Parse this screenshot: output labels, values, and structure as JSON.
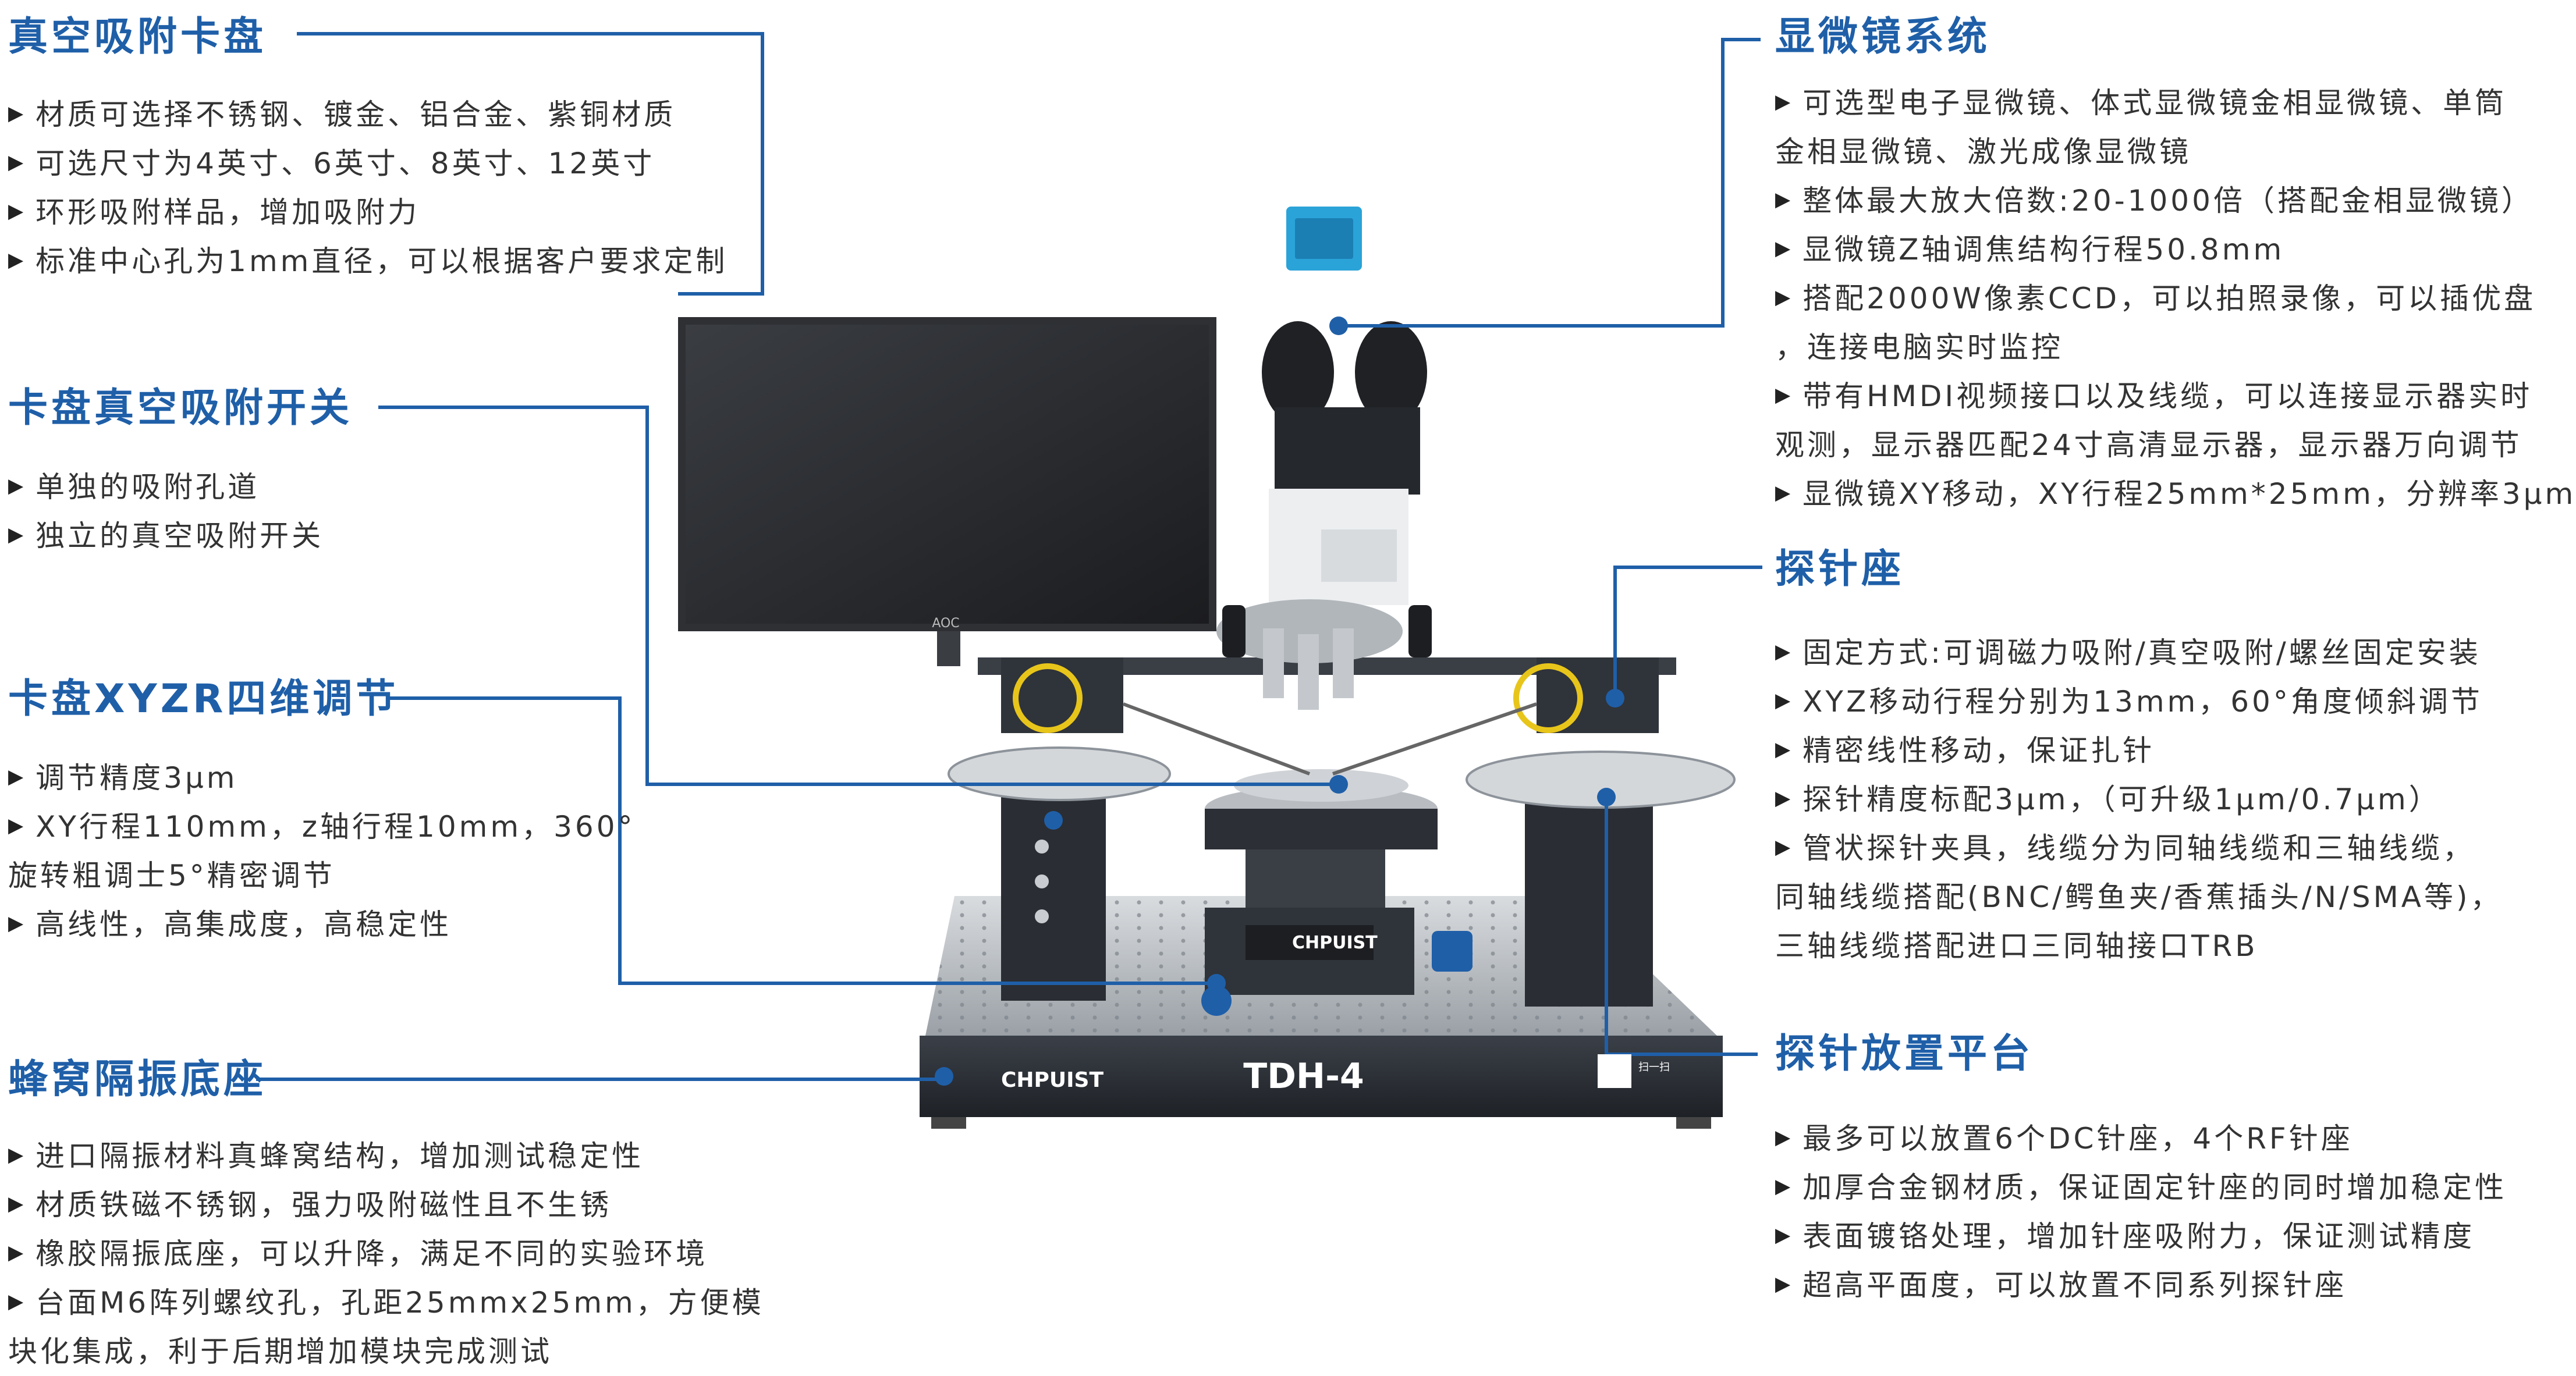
{
  "colors": {
    "accent": "#1f5fa8",
    "text": "#333333",
    "machine": "#2b2f36",
    "table": "#aeb3ba"
  },
  "sections": {
    "chuck": {
      "title": "真空吸附卡盘",
      "items": [
        "材质可选择不锈钢、镀金、铝合金、紫铜材质",
        "可选尺寸为4英寸、6英寸、8英寸、12英寸",
        "环形吸附样品，增加吸附力",
        "标准中心孔为1mm直径，可以根据客户要求定制"
      ]
    },
    "vacuum_switch": {
      "title": "卡盘真空吸附开关",
      "items": [
        "单独的吸附孔道",
        "独立的真空吸附开关"
      ]
    },
    "xyzr": {
      "title": "卡盘XYZR四维调节",
      "items": [
        "调节精度3μm",
        "XY行程110mm，z轴行程10mm，360°",
        "高线性，高集成度，高稳定性"
      ],
      "cont": "旋转粗调士5°精密调节"
    },
    "base": {
      "title": "蜂窝隔振底座",
      "items": [
        "进口隔振材料真蜂窝结构，增加测试稳定性",
        "材质铁磁不锈钢，强力吸附磁性且不生锈",
        "橡胶隔振底座，可以升降，满足不同的实验环境",
        "台面M6阵列螺纹孔，孔距25mmx25mm，方便模"
      ],
      "cont": "块化集成，利于后期增加模块完成测试"
    },
    "microscope": {
      "title": "显微镜系统",
      "items": [
        "可选型电子显微镜、体式显微镜金相显微镜、单筒",
        "整体最大放大倍数:20-1000倍（搭配金相显微镜）",
        "显微镜Z轴调焦结构行程50.8mm",
        "搭配2000W像素CCD，可以拍照录像，可以插优盘",
        "带有HMDI视频接口以及线缆，可以连接显示器实时",
        "显微镜XY移动，XY行程25mm*25mm，分辨率3μm"
      ],
      "cont1": "金相显微镜、激光成像显微镜",
      "cont4": "，连接电脑实时监控",
      "cont5": "观测，显示器匹配24寸高清显示器，显示器万向调节"
    },
    "probe_seat": {
      "title": "探针座",
      "items": [
        "固定方式:可调磁力吸附/真空吸附/螺丝固定安装",
        "XYZ移动行程分别为13mm，60°角度倾斜调节",
        "精密线性移动，保证扎针",
        "探针精度标配3μm，（可升级1μm/0.7μm）",
        "管状探针夹具，线缆分为同轴线缆和三轴线缆，"
      ],
      "cont1": "同轴线缆搭配(BNC/鳄鱼夹/香蕉插头/N/SMA等)，",
      "cont2": "三轴线缆搭配进口三同轴接口TRB"
    },
    "platform": {
      "title": "探针放置平台",
      "items": [
        "最多可以放置6个DC针座，4个RF针座",
        "加厚合金钢材质，保证固定针座的同时增加稳定性",
        "表面镀铬处理，增加针座吸附力，保证测试精度",
        "超高平面度，可以放置不同系列探针座"
      ]
    }
  },
  "machine": {
    "model": "TDH-4",
    "brand": "CHPUIST",
    "monitor_brand": "AOC",
    "qr_caption": "扫一扫"
  }
}
